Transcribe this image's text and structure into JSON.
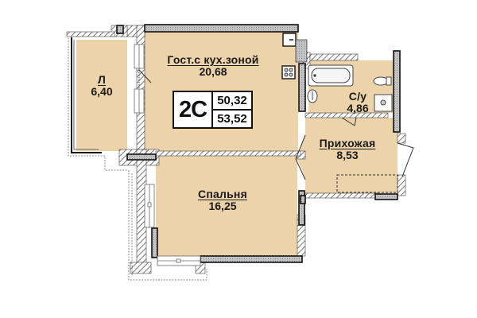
{
  "plan": {
    "apartment_type": "2С",
    "living_area": "50,32",
    "total_area": "53,52",
    "colors": {
      "floor": "#ecd3a9",
      "wall_outline": "#111111",
      "wall_fill": "#bdbdbd",
      "hatch": "#555555",
      "background": "#ffffff"
    },
    "rooms": [
      {
        "id": "living",
        "name": "Гост.с кух.зоной",
        "area": "20,68"
      },
      {
        "id": "balcony",
        "name": "Л",
        "area": "6,40"
      },
      {
        "id": "bathroom",
        "name": "С/у",
        "area": "4,86"
      },
      {
        "id": "hallway",
        "name": "Прихожая",
        "area": "8,53"
      },
      {
        "id": "bedroom",
        "name": "Спальня",
        "area": "16,25"
      }
    ]
  }
}
